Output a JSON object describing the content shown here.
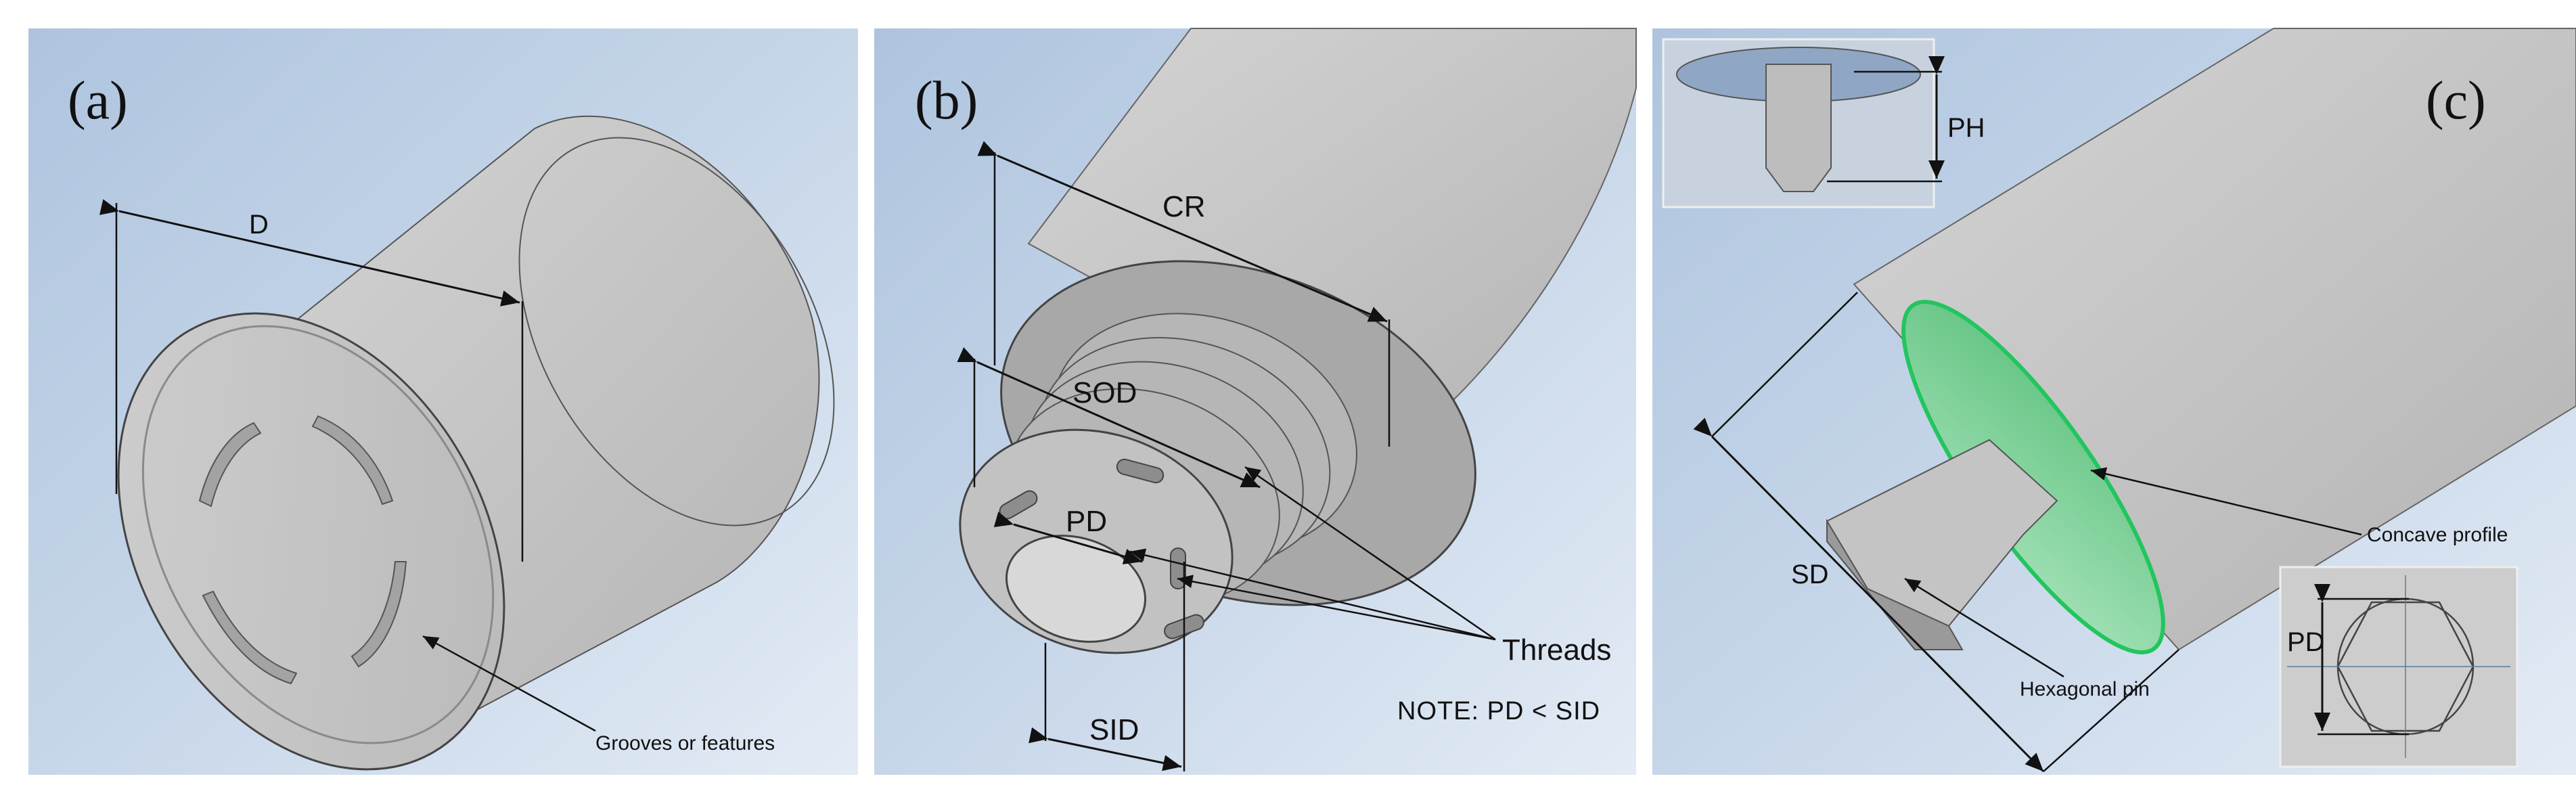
{
  "panels": [
    {
      "id": "a",
      "label": "(a)",
      "dimension": "D",
      "callout": "Grooves or features"
    },
    {
      "id": "b",
      "label": "(b)",
      "dimensions": {
        "cr": "CR",
        "sod": "SOD",
        "pd": "PD",
        "sid": "SID"
      },
      "callout": "Threads",
      "note": "NOTE:  PD < SID"
    },
    {
      "id": "c",
      "label": "(c)",
      "dimensions": {
        "ph": "PH",
        "sd": "SD",
        "pd": "PD"
      },
      "callouts": {
        "concave": "Concave profile",
        "hex_pin": "Hexagonal pin"
      }
    }
  ],
  "colors": {
    "panel_bg_top": "#b8cce4",
    "panel_bg_bottom": "#dfe8f3",
    "part_gray": "#c9c9c9",
    "part_dark": "#8f8f8f",
    "concave_green": "#7fd39a",
    "concave_edge": "#22c55e"
  }
}
